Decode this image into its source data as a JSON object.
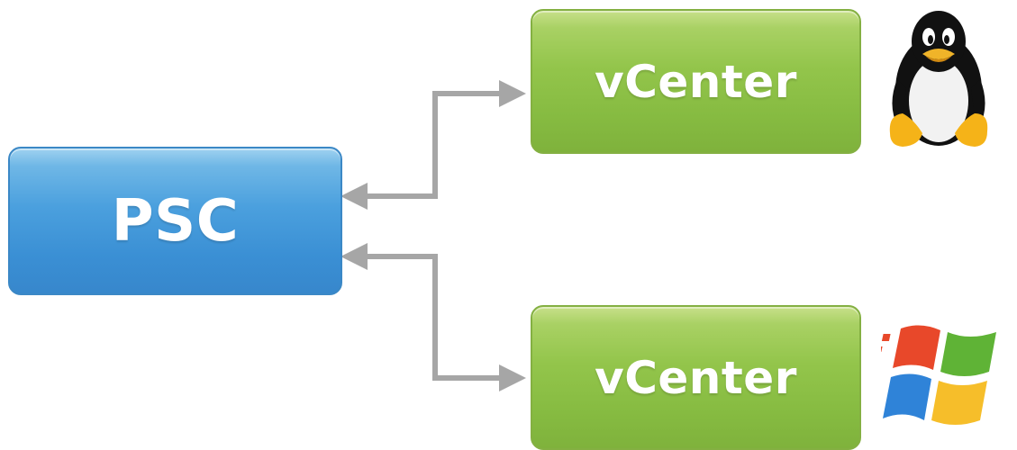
{
  "diagram": {
    "psc": {
      "label": "PSC"
    },
    "vcenters": [
      {
        "label": "vCenter",
        "platform_icon": "linux-tux-icon"
      },
      {
        "label": "vCenter",
        "platform_icon": "windows-flag-icon"
      }
    ]
  },
  "colors": {
    "psc_blue": "#3a8fd4",
    "vcenter_green": "#8dc145",
    "connector_gray": "#a6a6a6"
  }
}
